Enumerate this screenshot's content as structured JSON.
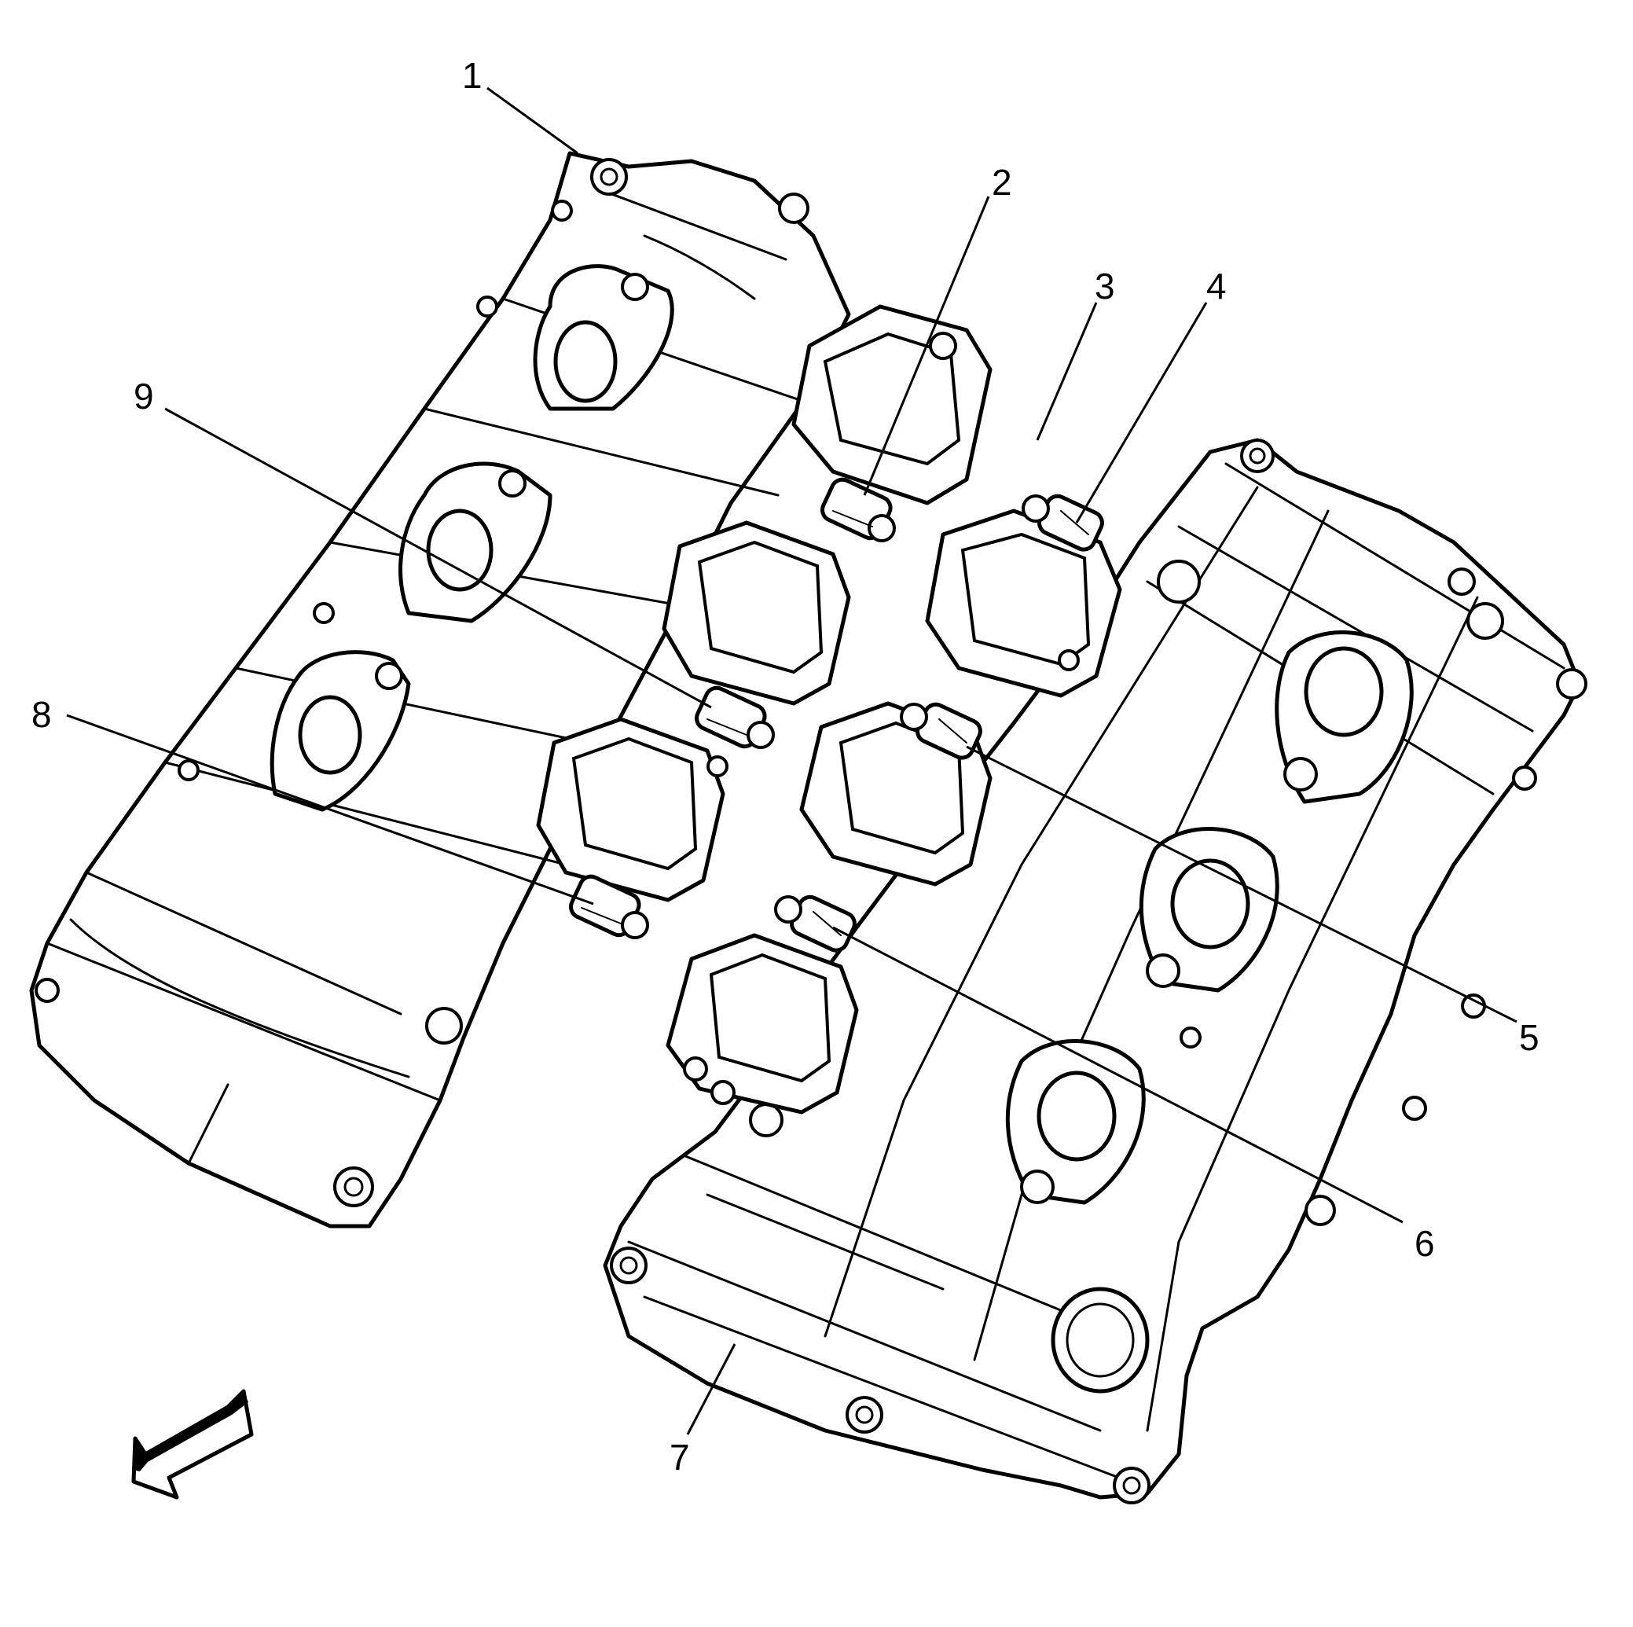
{
  "callouts": [
    {
      "label": "1"
    },
    {
      "label": "2"
    },
    {
      "label": "3"
    },
    {
      "label": "4"
    },
    {
      "label": "5"
    },
    {
      "label": "6"
    },
    {
      "label": "7"
    },
    {
      "label": "8"
    },
    {
      "label": "9"
    }
  ],
  "icons": {
    "direction_arrow": "front-direction-arrow-icon"
  },
  "colors": {
    "line": "#000000",
    "background": "#ffffff"
  }
}
